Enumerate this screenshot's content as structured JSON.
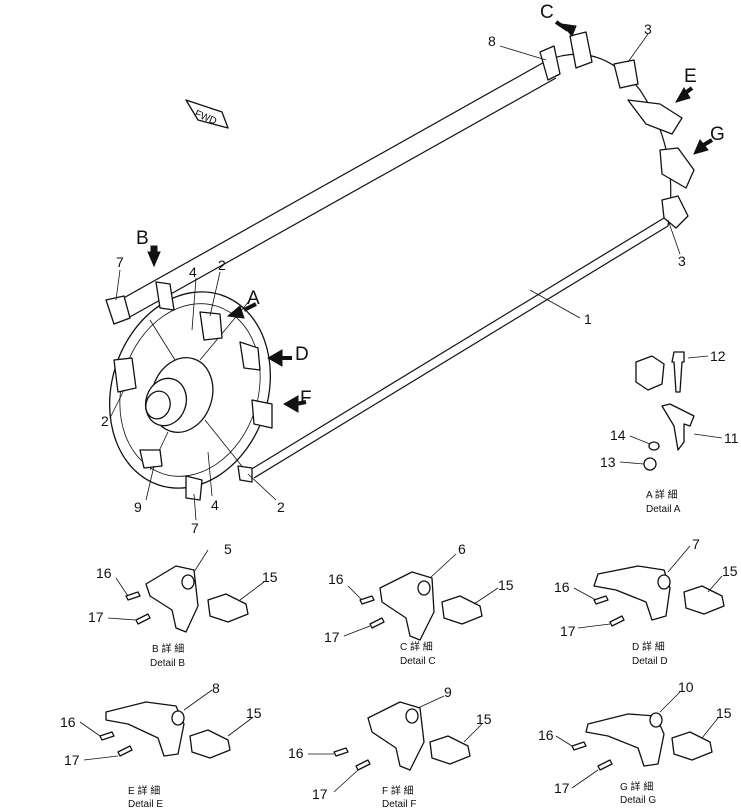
{
  "fwd_label": "FWD",
  "arrow_letters": {
    "B": "B",
    "A": "A",
    "D": "D",
    "F": "F",
    "C": "C",
    "E": "E",
    "G": "G"
  },
  "callouts": {
    "n1": "1",
    "n2a": "2",
    "n2b": "2",
    "n2c": "2",
    "n3a": "3",
    "n3b": "3",
    "n4a": "4",
    "n4b": "4",
    "n7a": "7",
    "n7b": "7",
    "n8": "8",
    "n9": "9",
    "n11": "11",
    "n12": "12",
    "n13": "13",
    "n14": "14"
  },
  "details": [
    {
      "id": "B",
      "part": "5",
      "n16": "16",
      "n17": "17",
      "n15": "15",
      "cap_jp": "B 詳 細",
      "cap_en": "Detail B"
    },
    {
      "id": "C",
      "part": "6",
      "n16": "16",
      "n17": "17",
      "n15": "15",
      "cap_jp": "C 詳 細",
      "cap_en": "Detail C"
    },
    {
      "id": "D",
      "part": "7",
      "n16": "16",
      "n17": "17",
      "n15": "15",
      "cap_jp": "D 詳 細",
      "cap_en": "Detail D"
    },
    {
      "id": "E",
      "part": "8",
      "n16": "16",
      "n17": "17",
      "n15": "15",
      "cap_jp": "E 詳 細",
      "cap_en": "Detail E"
    },
    {
      "id": "F",
      "part": "9",
      "n16": "16",
      "n17": "17",
      "n15": "15",
      "cap_jp": "F 詳 細",
      "cap_en": "Detail F"
    },
    {
      "id": "G",
      "part": "10",
      "n16": "16",
      "n17": "17",
      "n15": "15",
      "cap_jp": "G 詳 細",
      "cap_en": "Detail G"
    }
  ],
  "detail_a": {
    "cap_jp": "A 詳 細",
    "cap_en": "Detail A"
  }
}
